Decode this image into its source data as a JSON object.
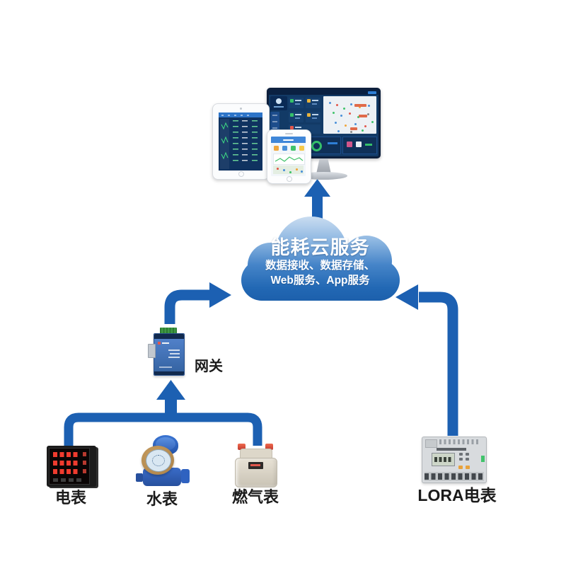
{
  "cloud": {
    "title": "能耗云服务",
    "services_line1": "数据接收、数据存储、",
    "services_line2": "Web服务、App服务"
  },
  "gateway": {
    "label": "网关"
  },
  "meters": {
    "electric": {
      "label": "电表"
    },
    "water": {
      "label": "水表"
    },
    "gas": {
      "label": "燃气表"
    },
    "lora": {
      "label": "LORA电表"
    }
  },
  "connections": [
    {
      "from": "electric/water/gas meters bus",
      "to": "gateway",
      "direction": "up"
    },
    {
      "from": "gateway",
      "to": "cloud",
      "direction": "up-then-right"
    },
    {
      "from": "lora-meter",
      "to": "cloud",
      "direction": "up-then-left"
    },
    {
      "from": "cloud",
      "to": "client-devices (monitor/tablet/phone)",
      "direction": "up"
    }
  ],
  "colors": {
    "arrow": "#1c60b2",
    "cloud_gradient_top": "#cfe0f2",
    "cloud_gradient_mid": "#4584c8",
    "cloud_gradient_bottom": "#1a5ca8",
    "cloud_text": "#ffffff",
    "label_text": "#1b1b1b"
  }
}
